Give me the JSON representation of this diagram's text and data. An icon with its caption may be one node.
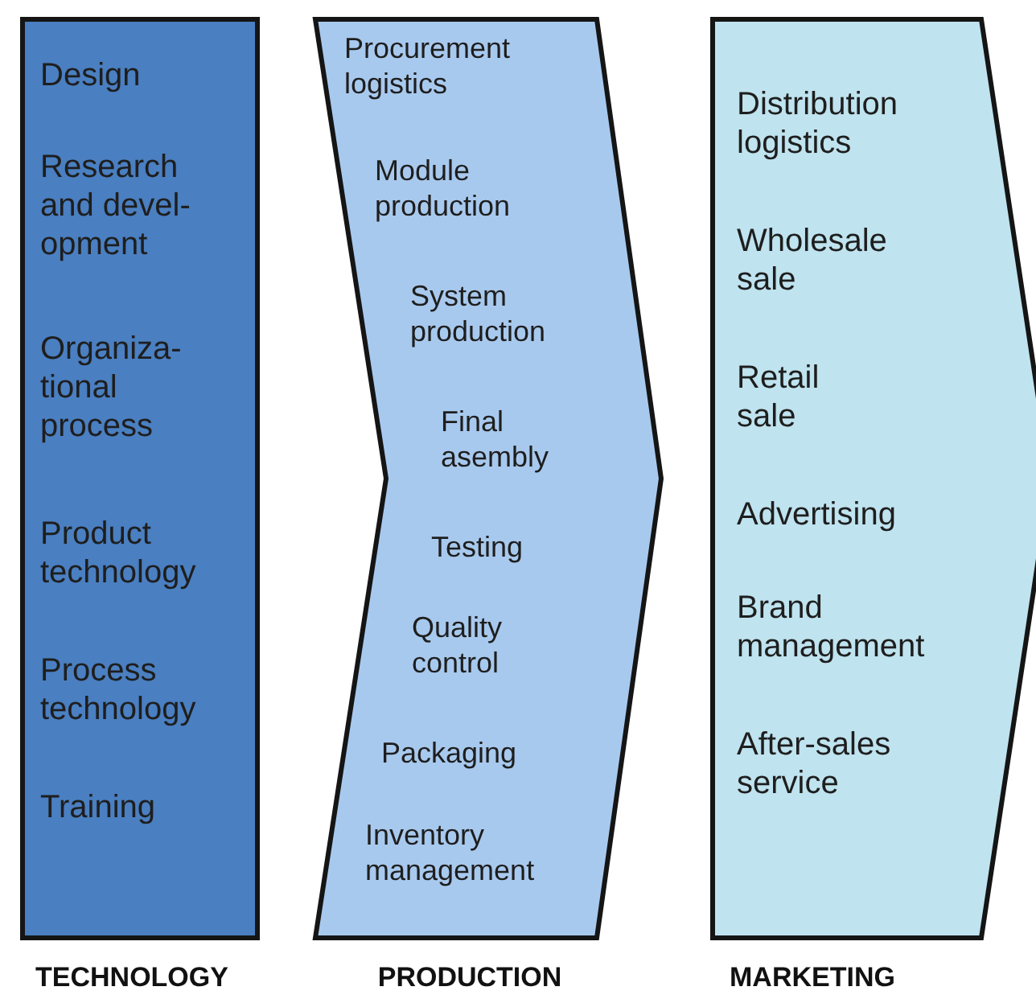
{
  "diagram": {
    "nodes": [
      {
        "text": [
          "Design",
          "Research and devel- opment",
          "Organiza- tional process",
          "Product technology",
          "Process technology",
          "Training",
          "TECHNOLOGY"
        ]
      },
      {
        "text": [
          "Procurement logistics",
          "Module production",
          "System production",
          "Final asembly",
          "Testing",
          "Quality control",
          "Packaging",
          "Inventory management",
          "PRODUCTION"
        ]
      },
      {
        "text": [
          "Distribution logistics",
          "Wholesale sale",
          "Retail sale",
          "Advertising",
          "Brand management",
          "After-sales service",
          "MARKETING"
        ]
      }
    ]
  }
}
